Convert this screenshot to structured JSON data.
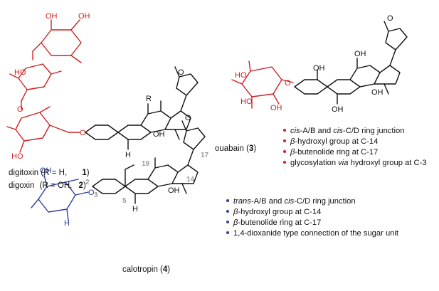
{
  "colors": {
    "sugar_red": "#d21f1f",
    "calotropin_blue": "#2d3f9c",
    "steroid_black": "#111111",
    "numbering_gray": "#9a9a9a"
  },
  "labels": {
    "oh": "OH",
    "ho": "HO",
    "h": "H",
    "o": "O",
    "r": "R"
  },
  "digitoxin": {
    "name": "digitoxin",
    "subst": "(R = H,",
    "num": "1",
    "close": ")"
  },
  "digoxin": {
    "name": "digoxin",
    "subst": "(R = OH,",
    "num": "2",
    "close": ")"
  },
  "ouabain": {
    "name": "ouabain (",
    "num": "3",
    "close": ")"
  },
  "calotropin": {
    "name": "calotropin (",
    "num": "4",
    "close": ")"
  },
  "ouabain_bullets": [
    {
      "parts": [
        {
          "t": "cis",
          "i": true
        },
        {
          "t": "-A/B and ",
          "i": false
        },
        {
          "t": "cis",
          "i": true
        },
        {
          "t": "-C/D ring junction",
          "i": false
        }
      ]
    },
    {
      "parts": [
        {
          "t": "β",
          "i": true
        },
        {
          "t": "-hydroxyl group at C-14",
          "i": false
        }
      ]
    },
    {
      "parts": [
        {
          "t": "β",
          "i": true
        },
        {
          "t": "-butenolide ring at C-17",
          "i": false
        }
      ]
    },
    {
      "parts": [
        {
          "t": "glycosylation ",
          "i": false
        },
        {
          "t": "via",
          "i": true
        },
        {
          "t": " hydroxyl group at C-3",
          "i": false
        }
      ]
    }
  ],
  "calotropin_bullets": [
    {
      "parts": [
        {
          "t": "trans",
          "i": true
        },
        {
          "t": "-A/B and ",
          "i": false
        },
        {
          "t": "cis",
          "i": true
        },
        {
          "t": "-C/D ring junction",
          "i": false
        }
      ]
    },
    {
      "parts": [
        {
          "t": "β",
          "i": true
        },
        {
          "t": "-hydroxyl group at C-14",
          "i": false
        }
      ]
    },
    {
      "parts": [
        {
          "t": "β",
          "i": true
        },
        {
          "t": "-butenolide ring at C-17",
          "i": false
        }
      ]
    },
    {
      "parts": [
        {
          "t": "1,4-dioxanide type connection of the sugar unit",
          "i": false
        }
      ]
    }
  ],
  "calotropin_numbering": [
    "19",
    "17",
    "14",
    "2",
    "3",
    "5"
  ]
}
